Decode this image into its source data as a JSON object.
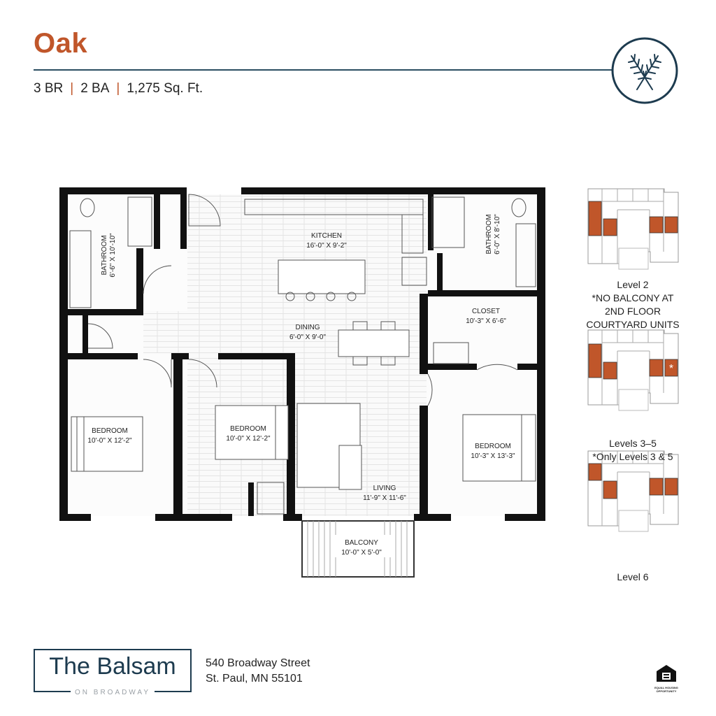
{
  "header": {
    "unit_name": "Oak",
    "bedrooms": "3 BR",
    "bathrooms": "2 BA",
    "area": "1,275 Sq. Ft.",
    "emblem_icon": "pine-branches-icon"
  },
  "colors": {
    "accent": "#c0562a",
    "navy": "#1d3b4f",
    "wall": "#111111"
  },
  "rooms": [
    {
      "name": "BATHROOM",
      "dims": "6'-6\" X 10'-10\""
    },
    {
      "name": "KITCHEN",
      "dims": "16'-0\" X 9'-2\""
    },
    {
      "name": "BATHROOM",
      "dims": "6'-0\" X 8'-10\""
    },
    {
      "name": "CLOSET",
      "dims": "10'-3\" X 6'-6\""
    },
    {
      "name": "DINING",
      "dims": "6'-0\" X 9'-0\""
    },
    {
      "name": "BEDROOM",
      "dims": "10'-0\" X 12'-2\""
    },
    {
      "name": "BEDROOM",
      "dims": "10'-0\" X 12'-2\""
    },
    {
      "name": "BEDROOM",
      "dims": "10'-3\" X 13'-3\""
    },
    {
      "name": "LIVING",
      "dims": "11'-9\" X 11'-6\""
    },
    {
      "name": "BALCONY",
      "dims": "10'-0\" X 5'-0\""
    }
  ],
  "key_plans": [
    {
      "lines": [
        "Level 2",
        "*NO BALCONY AT",
        "2ND FLOOR",
        "COURTYARD UNITS"
      ],
      "marker": ""
    },
    {
      "lines": [
        "Levels 3–5",
        "*Only Levels 3 & 5"
      ],
      "marker": "*"
    },
    {
      "lines": [
        "Level 6"
      ],
      "marker": ""
    }
  ],
  "footer": {
    "brand_name": "The Balsam",
    "brand_sub": "ON BROADWAY",
    "address_line1": "540 Broadway Street",
    "address_line2": "St. Paul, MN 55101",
    "eho_text": "EQUAL HOUSING OPPORTUNITY"
  }
}
